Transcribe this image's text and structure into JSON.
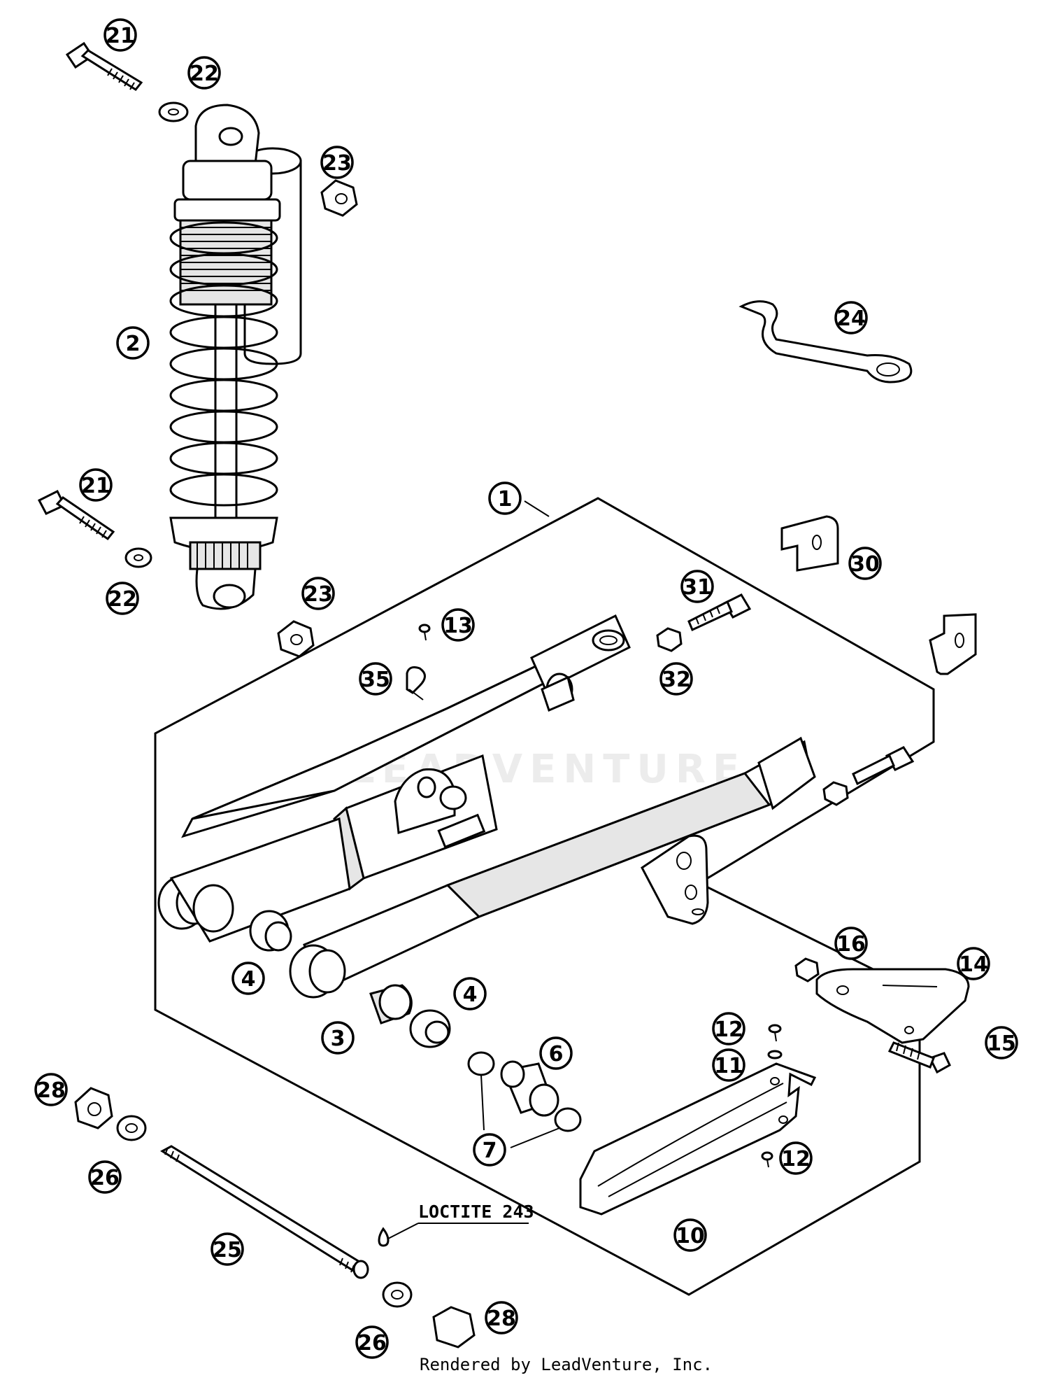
{
  "callouts": [
    {
      "label": "21"
    },
    {
      "label": "22"
    },
    {
      "label": "23"
    },
    {
      "label": "2"
    },
    {
      "label": "24"
    },
    {
      "label": "21"
    },
    {
      "label": "22"
    },
    {
      "label": "23"
    },
    {
      "label": "1"
    },
    {
      "label": "30"
    },
    {
      "label": "31"
    },
    {
      "label": "13"
    },
    {
      "label": "32"
    },
    {
      "label": "35"
    },
    {
      "label": "16"
    },
    {
      "label": "14"
    },
    {
      "label": "4"
    },
    {
      "label": "4"
    },
    {
      "label": "3"
    },
    {
      "label": "6"
    },
    {
      "label": "12"
    },
    {
      "label": "11"
    },
    {
      "label": "15"
    },
    {
      "label": "28"
    },
    {
      "label": "26"
    },
    {
      "label": "7"
    },
    {
      "label": "12"
    },
    {
      "label": "25"
    },
    {
      "label": "10"
    },
    {
      "label": "26"
    },
    {
      "label": "28"
    }
  ],
  "note": "LOCTITE 243",
  "footer": "Rendered by LeadVenture, Inc.",
  "watermark": "LEADVENTURE"
}
